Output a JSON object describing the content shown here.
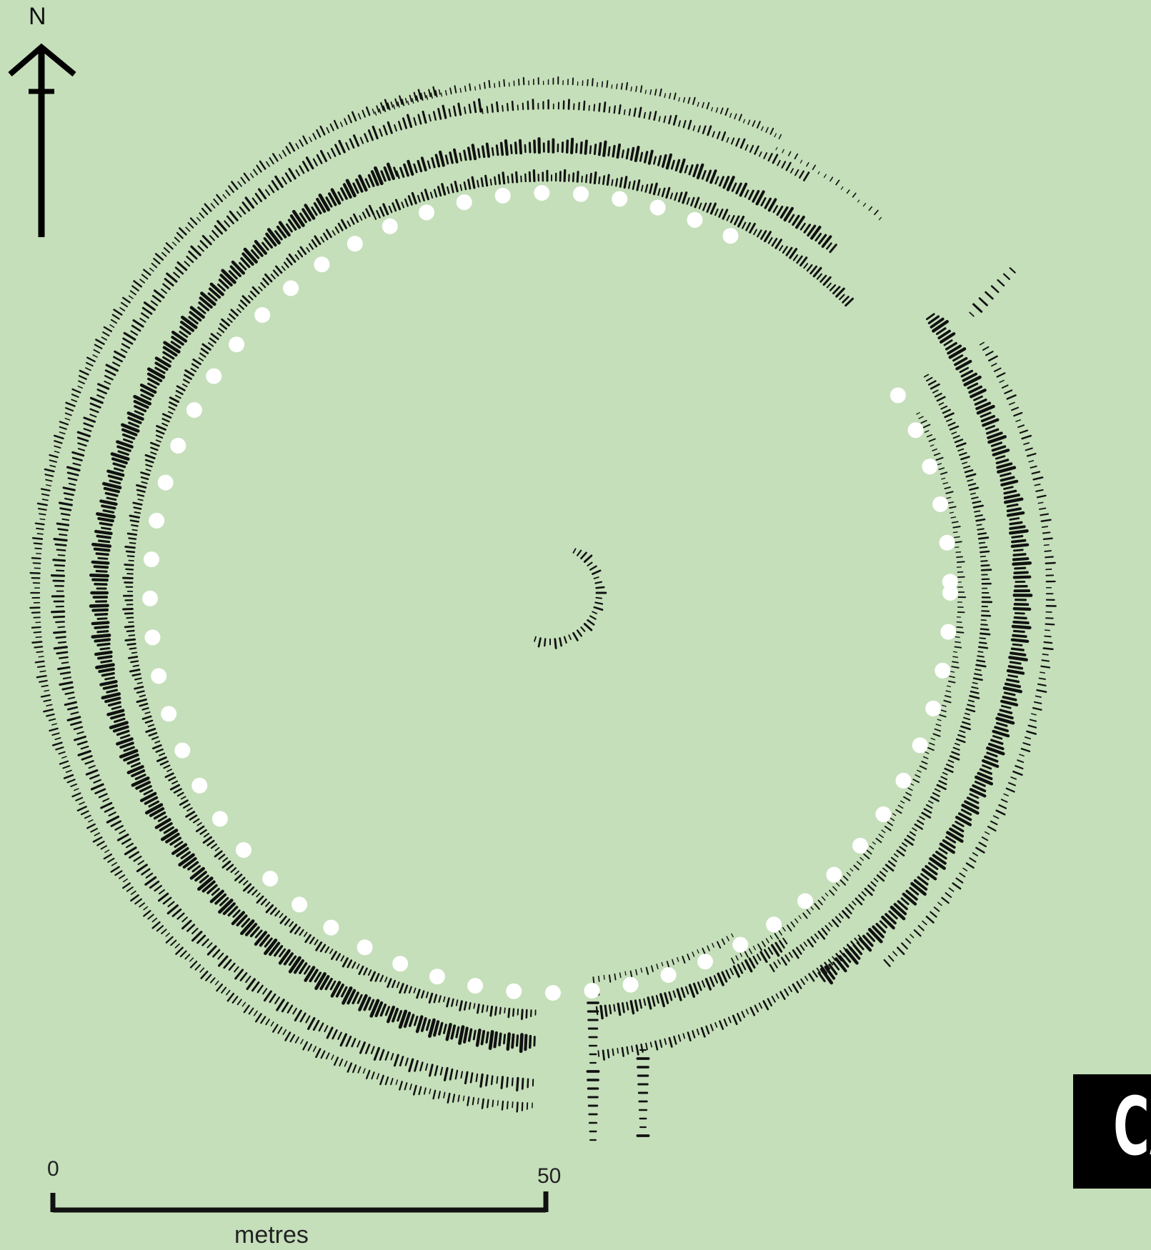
{
  "north_arrow": {
    "label": "N",
    "icon": "north-arrow-icon"
  },
  "scale_bar": {
    "start_label": "0",
    "end_label": "50",
    "unit_label": "metres"
  },
  "caption": {
    "text": "CA"
  },
  "colors": {
    "background": "#c5dfba",
    "earthwork_hachures": "#111111",
    "post_holes": "#ffffff",
    "caption_box": "#000000"
  },
  "features": [
    {
      "name": "outer-bank",
      "icon": "hachure-line"
    },
    {
      "name": "middle-bank",
      "icon": "hachure-line"
    },
    {
      "name": "inner-ditch",
      "icon": "hachure-line"
    },
    {
      "name": "post-hole-ring",
      "icon": "white-dot"
    }
  ]
}
